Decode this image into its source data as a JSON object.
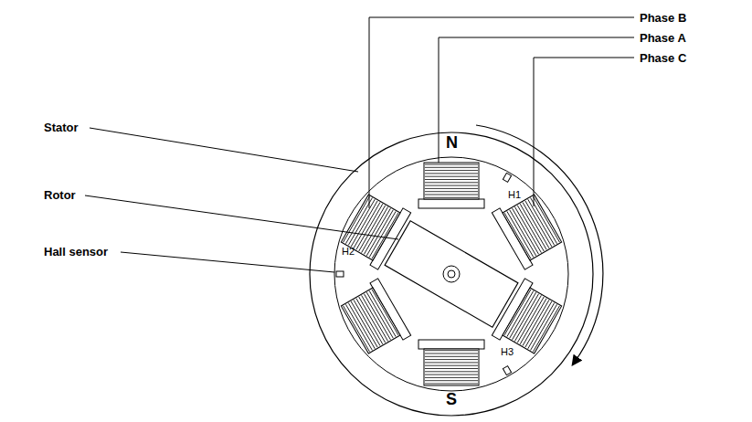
{
  "diagram": {
    "labels": [
      "Phase B",
      "Phase A",
      "Phase C",
      "N",
      "Stator",
      "Rotor",
      "Hall sensor",
      "H1",
      "H2",
      "H3",
      "S"
    ]
  }
}
